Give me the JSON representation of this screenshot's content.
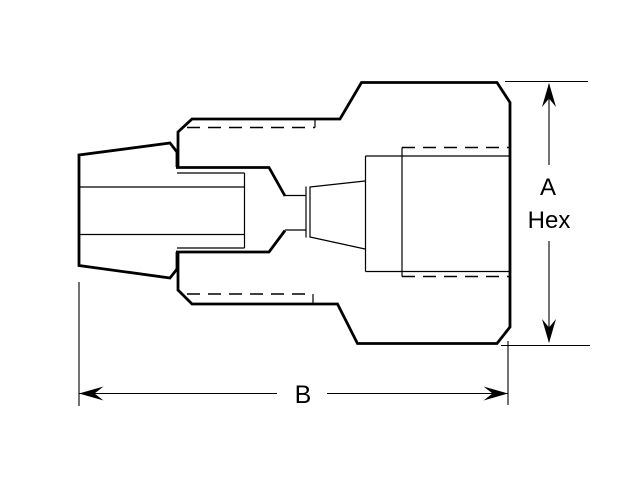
{
  "drawing": {
    "background": "#ffffff",
    "line_color": "#000000",
    "dimension_a": {
      "line1": "A",
      "line2": "Hex"
    },
    "dimension_b": {
      "label": "B"
    }
  }
}
